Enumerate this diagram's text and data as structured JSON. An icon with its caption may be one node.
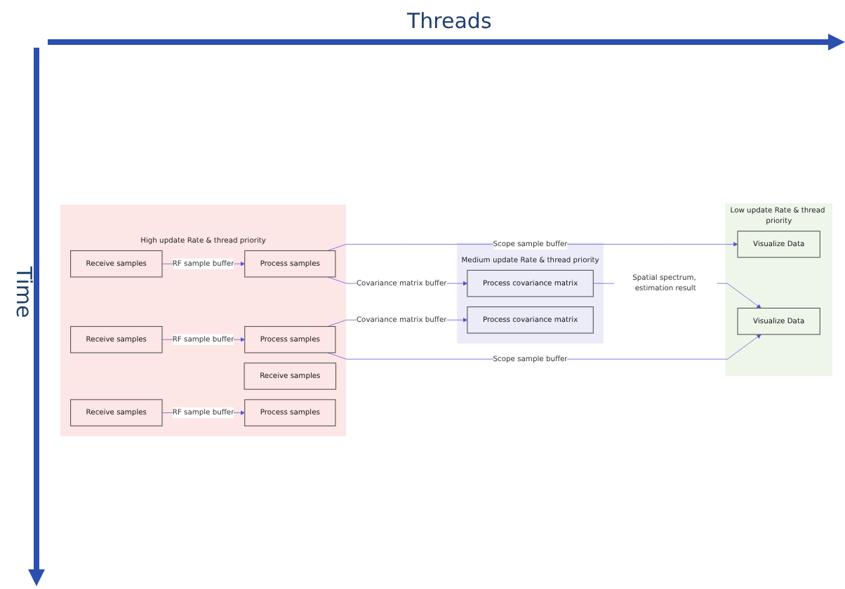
{
  "diagram": {
    "nodes": [
      {
        "text": [
          "High update Rate & thread priority"
        ]
      },
      {
        "text": [
          "Receive samples"
        ],
        "in": 0
      },
      {
        "text": [
          "Receive samples"
        ],
        "in": 0
      },
      {
        "text": [
          "Process samples"
        ],
        "in": 0
      },
      {
        "text": [
          "Receive samples"
        ],
        "in": 0
      },
      {
        "text": [
          "Process samples"
        ],
        "in": 0
      },
      {
        "text": [
          "Receive samples"
        ],
        "in": 0
      },
      {
        "text": [
          "Process samples"
        ],
        "in": 0
      },
      {
        "text": [
          "Medium update Rate & thread priority"
        ]
      },
      {
        "text": [
          "Process covariance matrix"
        ],
        "in": 8
      },
      {
        "text": [
          "Process covariance matrix"
        ],
        "in": 8
      },
      {
        "text": [
          "Low update Rate & thread priority"
        ]
      },
      {
        "text": [
          "Visualize Data"
        ],
        "in": 11
      },
      {
        "text": [
          "Visualize Data"
        ],
        "in": 11
      }
    ],
    "edges": [
      {
        "from": 1,
        "to": 3,
        "arrow": "to",
        "label": "RF sample buffer"
      },
      {
        "from": 2,
        "to": 5,
        "arrow": "to",
        "label": "RF sample buffer"
      },
      {
        "from": 4,
        "to": 7,
        "arrow": "to",
        "label": "RF sample buffer"
      },
      {
        "from": 3,
        "to": 9,
        "arrow": "to",
        "label": "Covariance matrix buffer"
      },
      {
        "from": 3,
        "to": 12,
        "arrow": "to",
        "label": "Scope sample buffer"
      },
      {
        "from": 5,
        "to": 10,
        "arrow": "to",
        "label": "Covariance matrix buffer"
      },
      {
        "from": 5,
        "to": 13,
        "arrow": "to",
        "label": "Scope sample buffer"
      },
      {
        "from": 9,
        "to": 13,
        "arrow": "to",
        "label": "Spatial spectrum, estimation result"
      }
    ],
    "labels": [
      "Threads",
      "Time"
    ]
  }
}
